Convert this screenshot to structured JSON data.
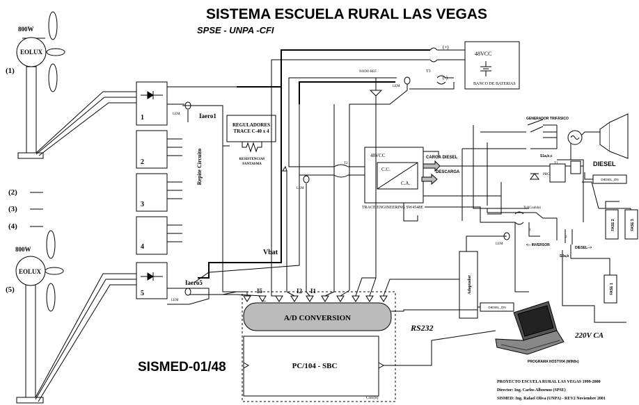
{
  "title": "SISTEMA ESCUELA RURAL LAS VEGAS",
  "subtitle": "SPSE - UNPA -CFI",
  "turbines": [
    {
      "power": "800W",
      "brand": "EOLUX",
      "index": "(1)"
    },
    {
      "power": "800W",
      "brand": "EOLUX",
      "index": "(5)"
    }
  ],
  "turbine_placeholders": [
    "(2)",
    "(3)",
    "(4)"
  ],
  "rectifiers": [
    "1",
    "2",
    "3",
    "4",
    "5"
  ],
  "repite_circuito": "Repite Circuito",
  "lem": "LEM",
  "iaero1": "Iaero1",
  "iaero5": "Iaero5",
  "vbat": "Vbat",
  "reguladores": {
    "line1": "REGULADORES",
    "line2": "TRACE C-40 x 4"
  },
  "resistencias": {
    "line1": "RESISTENCIAS",
    "line2": "FANTASMA"
  },
  "battery": {
    "voltage": "48VCC",
    "label": "BANCO DE BATERIAS",
    "plus": "(+)",
    "minus": "(-)"
  },
  "nodo_ref": "NODO REF.",
  "t3": "T3",
  "t2": "T2",
  "inverter": {
    "voltage": "48VCC",
    "cc": "C.C.",
    "ca": "C.A.",
    "label": "TRACE ENGINEERING SW4548E"
  },
  "carga_diesel": "CARGA DIESEL",
  "descarga": "DESCARGA",
  "generador": "GENERADOR TRIFÁSICO",
  "s1": "S1a,b,c",
  "t1": "T1",
  "prc": "PRC",
  "diesel": "DIESEL",
  "diesel_on": "DIESEL_ON",
  "t_acsalida": "T(ACsalida)",
  "fases": [
    "FASE 2",
    "FASE 3",
    "FASE 1"
  ],
  "inversor": "<-- INVERSOR",
  "diesel_arrow": "DIESEL-->",
  "s2": "S2a,b",
  "switch_nums": [
    "1",
    "2"
  ],
  "adaptador": "Adaptador",
  "i_labels": [
    "I5",
    "...",
    "I2",
    "I1"
  ],
  "ad": "A/D CONVERSION",
  "pc": "PC/104 - SBC",
  "sismed": "SISMED-01/48",
  "rs232": "RS232",
  "programa": "PROGRAMA HOSTV04 (WIN9x)",
  "v220": "220V CA",
  "circ": "Circ(b)",
  "footer": [
    "PROYECTO ESCUELA RURAL LAS VEGAS 1999-2000",
    "Director: Ing. Carlos Albornoz  (SPSE)",
    "SISMED: Ing. Rafael Oliva (UNPA) - REV2 Noviembre 2001"
  ]
}
